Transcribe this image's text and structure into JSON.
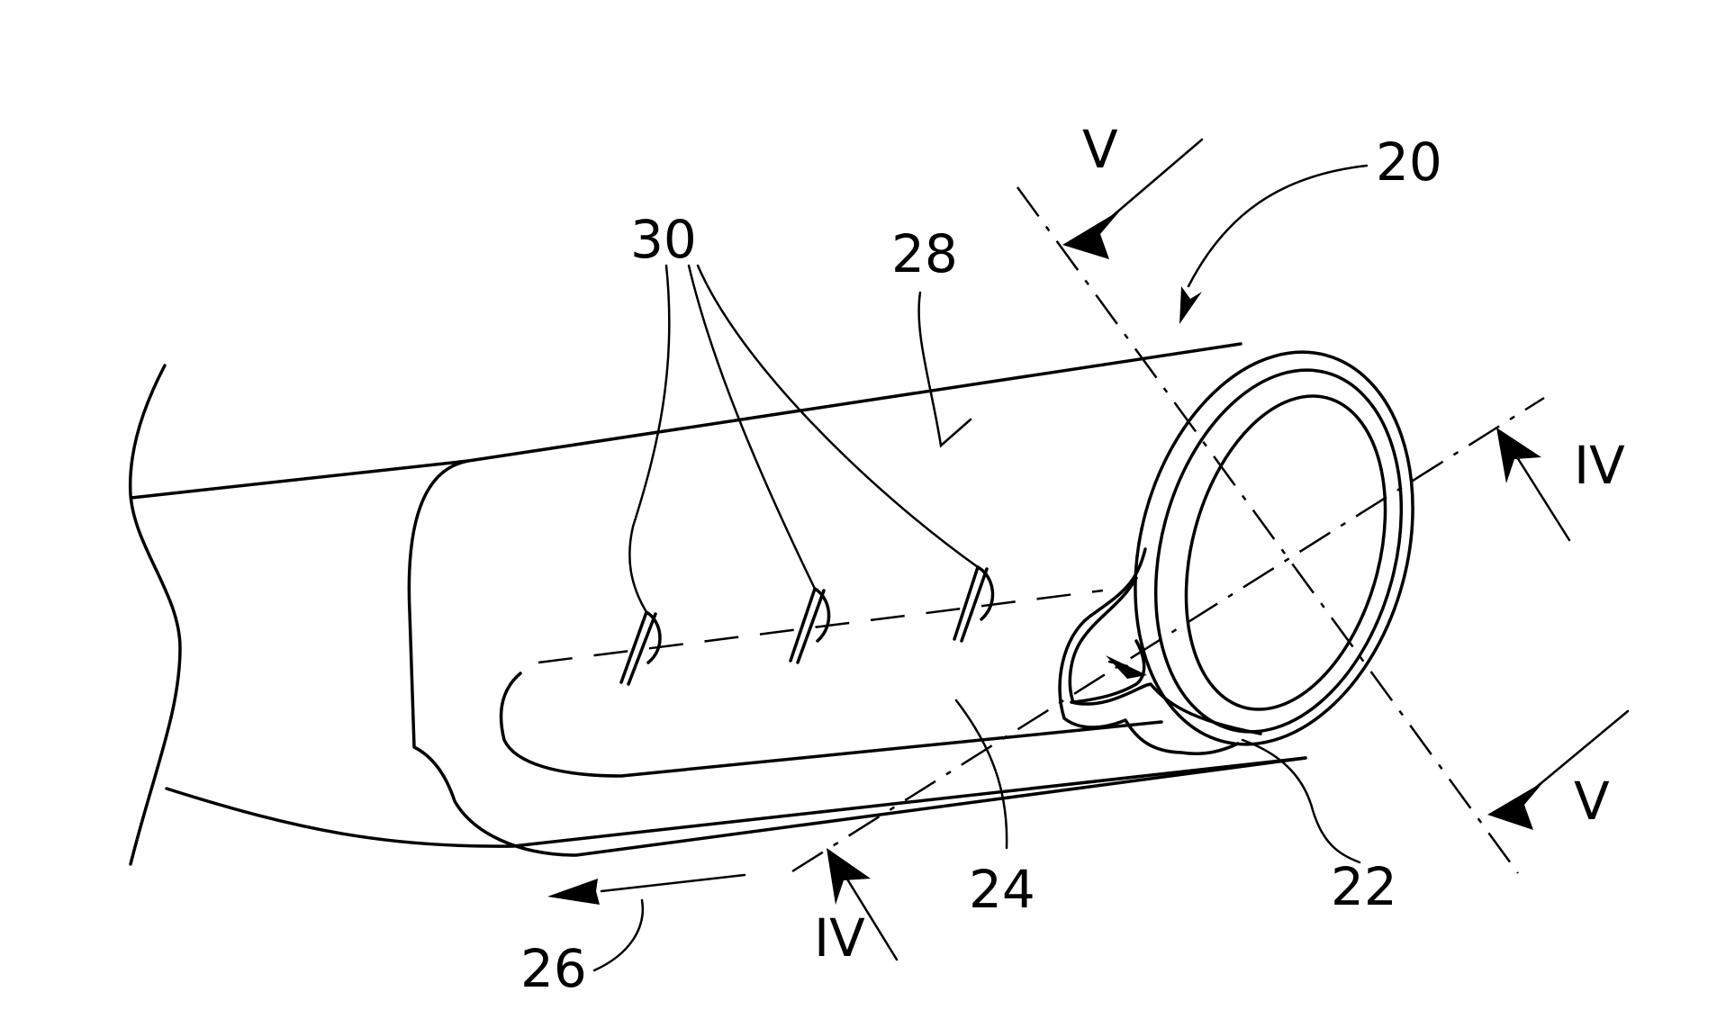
{
  "figure": {
    "ref_labels": {
      "r20": "20",
      "r22": "22",
      "r24": "24",
      "r26": "26",
      "r28": "28",
      "r30": "30"
    },
    "section_labels": {
      "v_top": "V",
      "v_bottom": "V",
      "iv_right": "IV",
      "iv_bottom": "IV"
    }
  }
}
